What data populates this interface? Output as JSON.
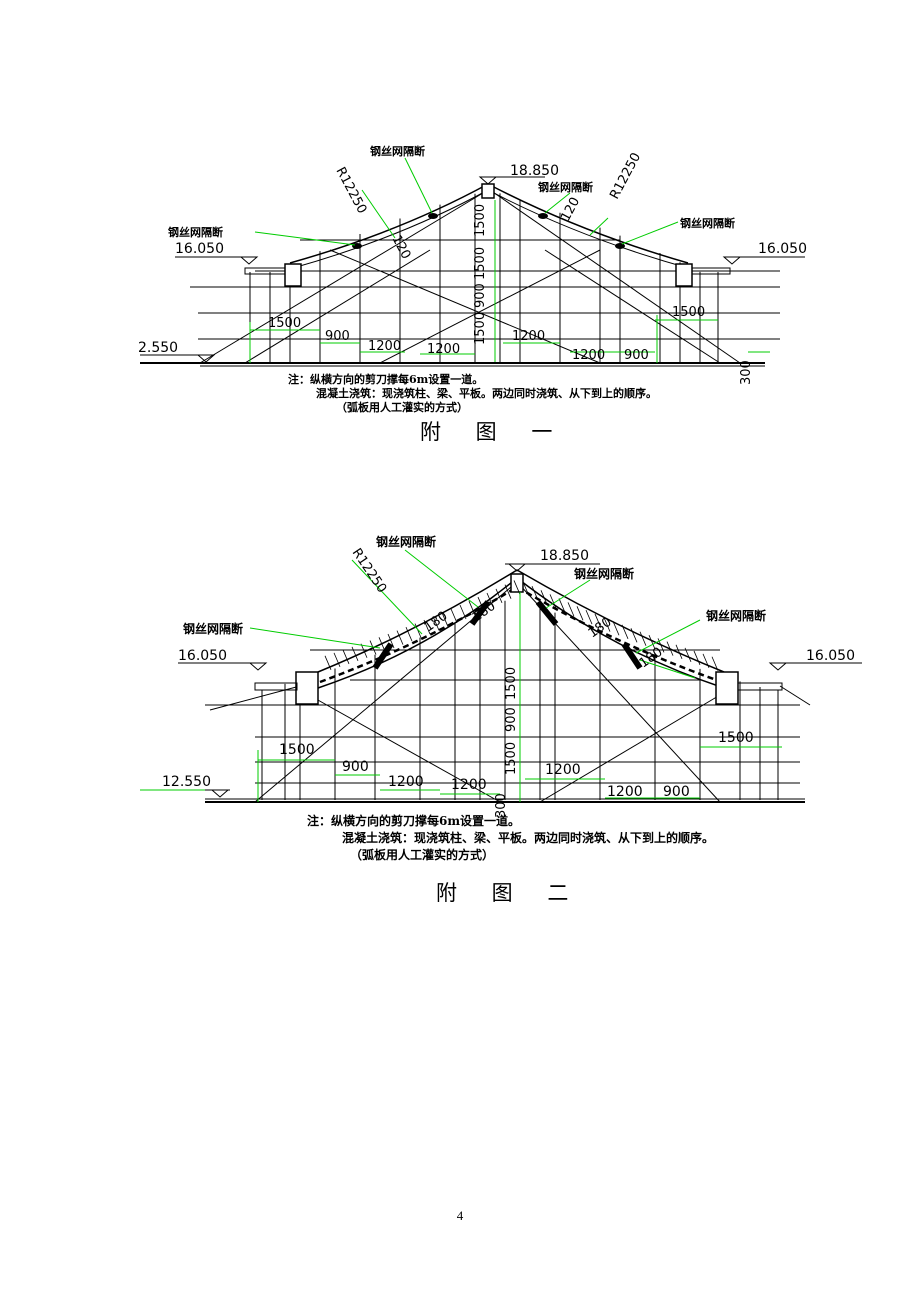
{
  "figure1": {
    "levels": {
      "ridge": "18.850",
      "eave_left": "16.050",
      "eave_right": "16.050",
      "ground": "2.550"
    },
    "radius_labels": [
      "R12250",
      "R12250"
    ],
    "thickness_labels": [
      "120",
      "120"
    ],
    "mesh_labels": [
      "钢丝网隔断",
      "钢丝网隔断",
      "钢丝网隔断",
      "钢丝网隔断"
    ],
    "dims": {
      "left_1500": "1500",
      "left_900": "900",
      "left_1200": "1200",
      "mid_1200": "1200",
      "center_1200": "1200",
      "right_1200": "1200",
      "right_900": "900",
      "right_1500": "1500",
      "v_1500_top": "1500",
      "v_1500_mid": "1500",
      "v_900": "900",
      "v_1500_bot": "1500",
      "v_300": "300"
    },
    "notes": [
      "注：纵横方向的剪刀撑每6m设置一道。",
      "混凝土浇筑：现浇筑柱、梁、平板。两边同时浇筑、从下到上的顺序。",
      "（弧板用人工灌实的方式）"
    ],
    "caption": "附 图 一"
  },
  "figure2": {
    "levels": {
      "ridge": "18.850",
      "eave_left": "16.050",
      "eave_right": "16.050",
      "ground": "12.550"
    },
    "radius_labels": [
      "R12250"
    ],
    "thickness_labels": [
      "180",
      "180",
      "180",
      "180"
    ],
    "mesh_labels": [
      "钢丝网隔断",
      "钢丝网隔断",
      "钢丝网隔断",
      "钢丝网隔断"
    ],
    "dims": {
      "left_1500": "1500",
      "left_900": "900",
      "left_1200": "1200",
      "mid_1200": "1200",
      "center_1200": "1200",
      "right_1200": "1200",
      "right_900": "900",
      "right_1500": "1500",
      "v_1500_top": "1500",
      "v_900": "900",
      "v_1500_bot": "1500",
      "v_300": "300"
    },
    "notes": [
      "注：纵横方向的剪刀撑每6m设置一道。",
      "混凝土浇筑：现浇筑柱、梁、平板。两边同时浇筑、从下到上的顺序。",
      "（弧板用人工灌实的方式）"
    ],
    "caption": "附 图 二"
  },
  "page_number": "4",
  "colors": {
    "annotation": "#00cc00",
    "line": "#000000"
  }
}
